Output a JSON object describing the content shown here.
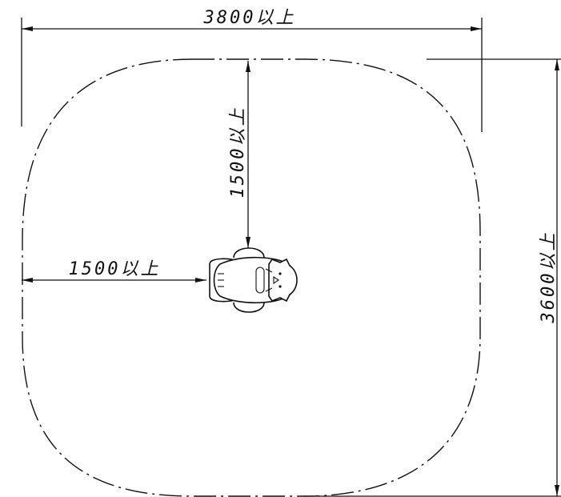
{
  "dimensions": {
    "top_width": "3800以上",
    "right_height": "3600以上",
    "center_top": "1500以上",
    "center_left": "1500以上"
  },
  "colors": {
    "line": "#111111",
    "background": "#ffffff"
  }
}
